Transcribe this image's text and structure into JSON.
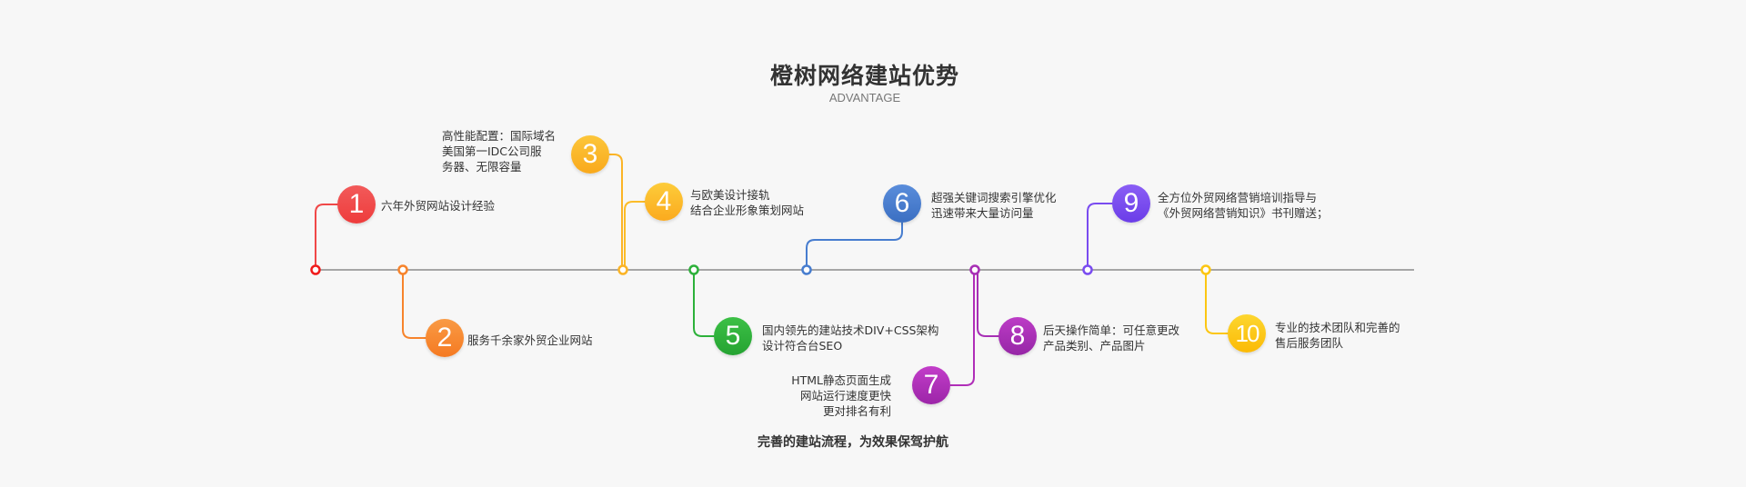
{
  "header": {
    "title": "橙树网络建站优势",
    "subtitle": "ADVANTAGE"
  },
  "footer": "完善的建站流程，为效果保驾护航",
  "items": [
    {
      "num": "1",
      "lines": [
        "六年外贸网站设计经验"
      ],
      "color": "#f04848"
    },
    {
      "num": "2",
      "lines": [
        "服务千余家外贸企业网站"
      ],
      "color": "#f7842c"
    },
    {
      "num": "3",
      "lines": [
        "高性能配置：国际域名",
        "美国第一IDC公司服",
        "务器、无限容量"
      ],
      "color": "#fbb426"
    },
    {
      "num": "4",
      "lines": [
        "与欧美设计接轨",
        "结合企业形象策划网站"
      ],
      "color": "#fcbc28"
    },
    {
      "num": "5",
      "lines": [
        "国内领先的建站技术DIV+CSS架构",
        "设计符合台SEO"
      ],
      "color": "#2db13a"
    },
    {
      "num": "6",
      "lines": [
        "超强关键词搜索引擎优化",
        "迅速带来大量访问量"
      ],
      "color": "#477dcf"
    },
    {
      "num": "7",
      "lines": [
        "HTML静态页面生成",
        "网站运行速度更快",
        "更对排名有利"
      ],
      "color": "#b02eb8"
    },
    {
      "num": "8",
      "lines": [
        "后天操作简单：可任意更改",
        "产品类别、产品图片"
      ],
      "color": "#a72fb5"
    },
    {
      "num": "9",
      "lines": [
        "全方位外贸网络营销培训指导与",
        "《外贸网络营销知识》书刊赠送；"
      ],
      "color": "#7a4cf0"
    },
    {
      "num": "10",
      "lines": [
        "专业的技术团队和完善的",
        "售后服务团队"
      ],
      "color": "#fcc612"
    }
  ]
}
